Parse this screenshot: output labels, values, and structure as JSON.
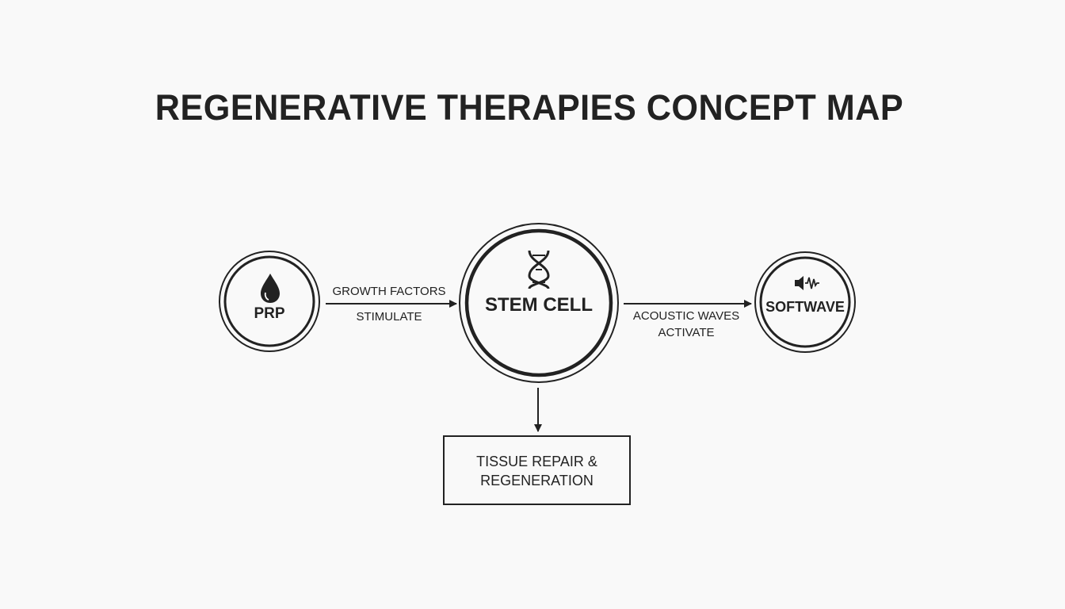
{
  "title": "REGENERATIVE THERAPIES CONCEPT MAP",
  "nodes": {
    "prp": {
      "label": "PRP",
      "icon": "blood-drop-icon"
    },
    "stem_cell": {
      "label": "STEM CELL",
      "icon": "dna-icon"
    },
    "softwave": {
      "label": "SOFTWAVE",
      "icon": "sound-wave-icon"
    },
    "tissue": {
      "line1": "TISSUE REPAIR &",
      "line2": "REGENERATION"
    }
  },
  "edges": {
    "prp_to_stem": {
      "label_top": "GROWTH FACTORS",
      "label_bottom": "STIMULATE"
    },
    "stem_to_softwave": {
      "label_top": "ACOUSTIC WAVES",
      "label_bottom": "ACTIVATE"
    }
  },
  "colors": {
    "ink": "#222222",
    "background": "#f9f9f9"
  }
}
